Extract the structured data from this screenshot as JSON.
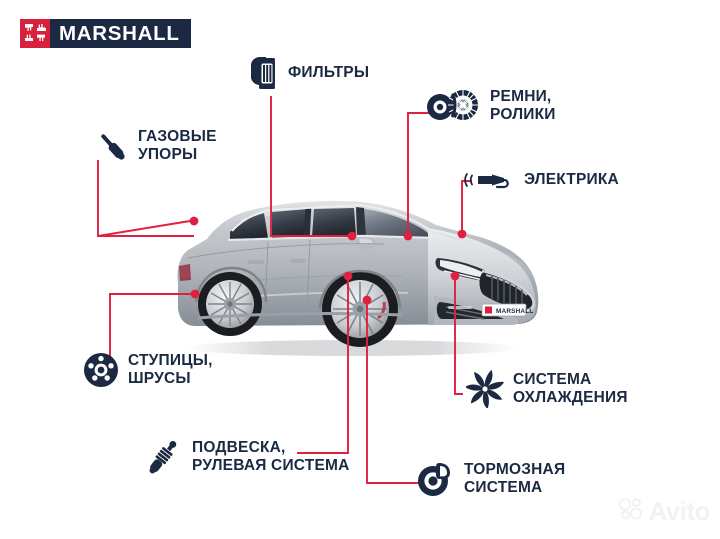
{
  "brand": {
    "name": "MARSHALL",
    "logo_mark_color": "#d8213c",
    "logo_bar_color": "#1b2a42",
    "plate_text": "MARSHALL"
  },
  "theme": {
    "accent_red": "#e0203f",
    "navy": "#1b2a42",
    "background": "#ffffff",
    "car_body": "#b9bcc1"
  },
  "watermark": {
    "text": "Avito",
    "icon": "avito-dots-icon"
  },
  "diagram": {
    "subject": "car-exploded-parts-callouts",
    "vehicle": "station-wagon-front-three-quarter",
    "callouts": [
      {
        "id": "filters",
        "label": "ФИЛЬТРЫ",
        "icon": "filter-cartridge-icon",
        "anchor": "windshield-base"
      },
      {
        "id": "belts",
        "label": "РЕМНИ,\nРОЛИКИ",
        "icon": "belt-pulley-icon",
        "anchor": "engine-hood-left"
      },
      {
        "id": "electric",
        "label": "ЭЛЕКТРИКА",
        "icon": "sensor-plug-icon",
        "anchor": "engine-hood-right"
      },
      {
        "id": "gas-struts",
        "label": "ГАЗОВЫЕ\nУПОРЫ",
        "icon": "gas-strut-icon",
        "anchor": "rear-tailgate"
      },
      {
        "id": "hubs",
        "label": "СТУПИЦЫ,\nШРУСЫ",
        "icon": "wheel-hub-icon",
        "anchor": "rear-wheel"
      },
      {
        "id": "cooling",
        "label": "СИСТЕМА\nОХЛАЖДЕНИЯ",
        "icon": "cooling-fan-icon",
        "anchor": "front-grille"
      },
      {
        "id": "suspension",
        "label": "ПОДВЕСКА,\nРУЛЕВАЯ СИСТЕМА",
        "icon": "shock-absorber-icon",
        "anchor": "front-wheel-top"
      },
      {
        "id": "brakes",
        "label": "ТОРМОЗНАЯ\nСИСТЕМА",
        "icon": "brake-disc-caliper-icon",
        "anchor": "front-wheel-lower"
      }
    ]
  }
}
